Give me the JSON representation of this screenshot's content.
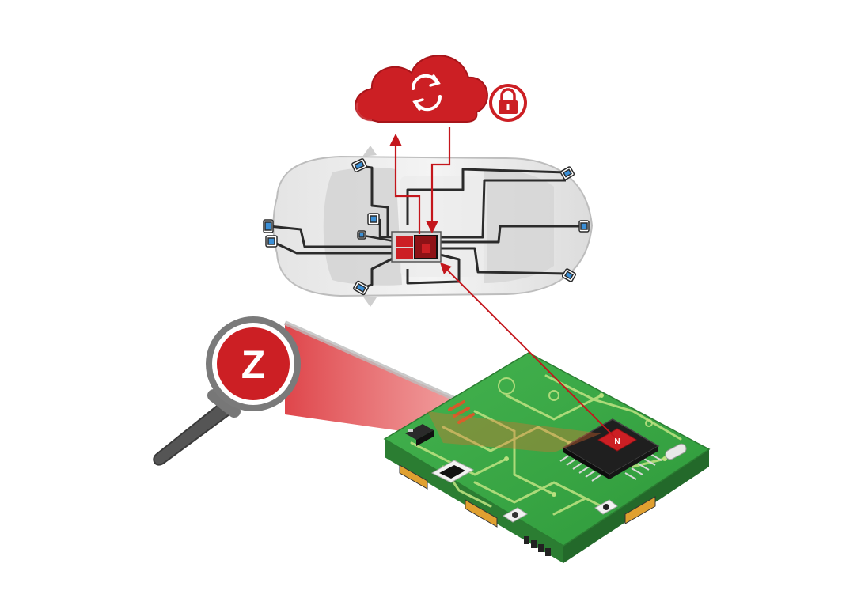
{
  "diagram": {
    "magnifier_label": "Z",
    "chip_label": "N",
    "icons": [
      "cloud-sync-icon",
      "lock-icon",
      "magnifier-icon",
      "car-topview",
      "circuit-board",
      "microcontroller-chip"
    ],
    "colors": {
      "brand_red": "#cc1f24",
      "dark_red": "#8e1216",
      "arrow_red": "#c4161c",
      "pcb_green": "#3aa845",
      "pcb_dark": "#2b7d32",
      "trace_light": "#b9e07f",
      "connector_gold": "#e0a030",
      "car_gray": "#c8c8c8",
      "handle_gray": "#555555",
      "sensor_blue": "#3b8fd6"
    }
  }
}
